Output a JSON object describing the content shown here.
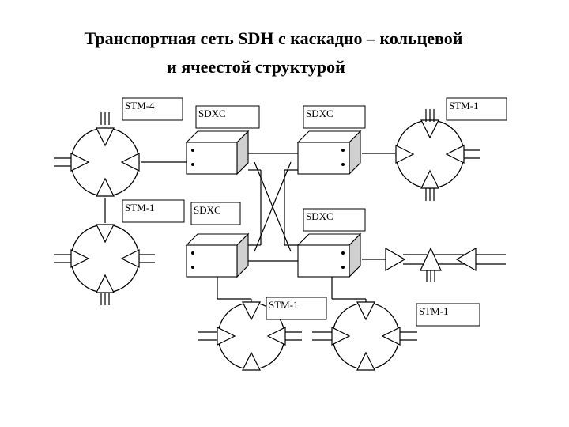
{
  "title": {
    "line1": "Транспортная сеть SDH с каскадно – кольцевой",
    "line2": "и ячеестой структурой"
  },
  "labels": {
    "stm4": "STM-4",
    "stm1_right_top": "STM-1",
    "stm1_left_mid": "STM-1",
    "stm1_bottom_mid": "STM-1",
    "stm1_bottom_right": "STM-1",
    "sdxc_1": "SDXC",
    "sdxc_2": "SDXC",
    "sdxc_3": "SDXC",
    "sdxc_4": "SDXC"
  },
  "colors": {
    "stroke": "#000000",
    "box_shade": "#d0d0d0",
    "box_face": "#ffffff"
  }
}
